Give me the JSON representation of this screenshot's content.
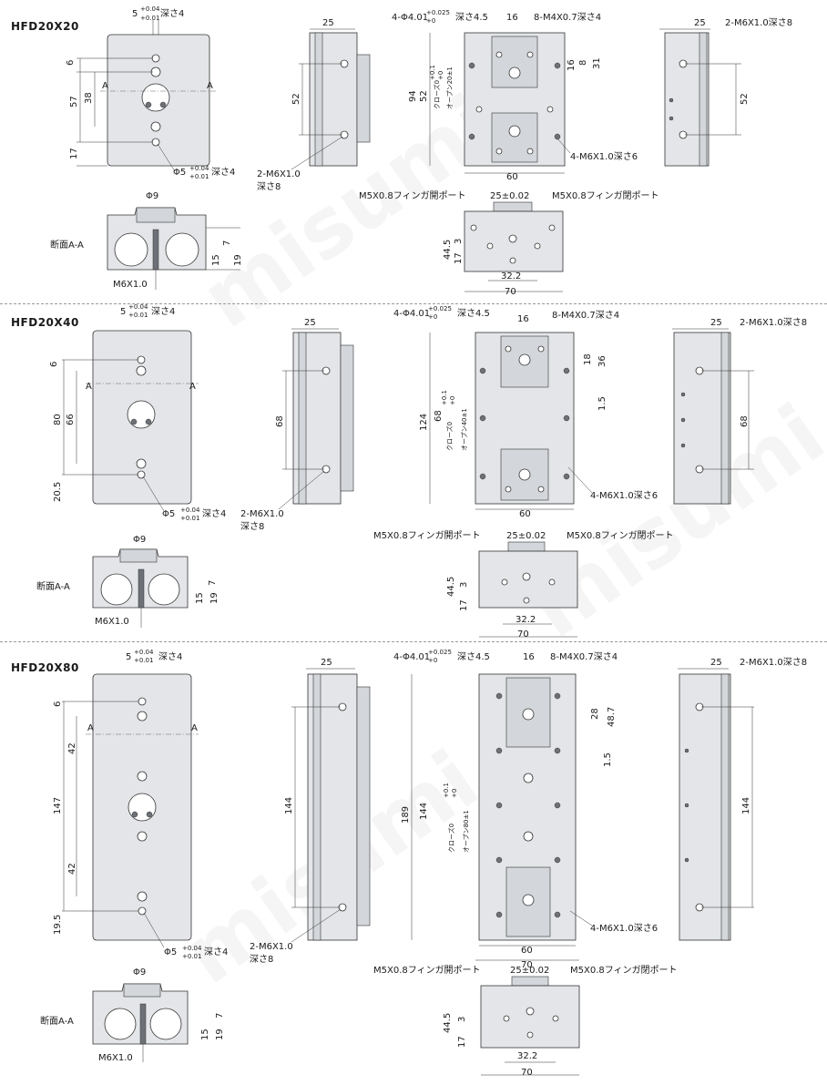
{
  "watermark": "misumi",
  "sections": [
    {
      "model": "HFD20X20",
      "front": {
        "top_hole": "5",
        "top_tol_up": "+0.04",
        "top_tol_lo": "+0.01",
        "top_depth": "深さ4",
        "dims": [
          "6",
          "57",
          "38",
          "17"
        ],
        "section_mark": "A",
        "bottom_hole": "Φ5",
        "bottom_tol_up": "+0.04",
        "bottom_tol_lo": "+0.01",
        "bottom_depth": "深さ4"
      },
      "side_left": {
        "width": "25",
        "height": "52",
        "tap": "2-M6X1.0",
        "tap_depth": "深さ8"
      },
      "top_view": {
        "pins": "4-Φ4.01",
        "pins_tol_up": "+0.025",
        "pins_tol_lo": "+0",
        "pins_depth": "深さ4.5",
        "width16": "16",
        "screws": "8-M4X0.7深さ4",
        "d16": "16",
        "d8": "8",
        "d31": "31",
        "h94": "94",
        "h52": "52",
        "stroke_close": "クローズ0",
        "stroke_tol_up": "+0.1",
        "stroke_tol_lo": "+0",
        "stroke_open": "オープン20±1",
        "side_taps": "4-M6X1.0深さ6",
        "w60": "60"
      },
      "side_right": {
        "width": "25",
        "tap": "2-M6X1.0深さ8",
        "height": "52"
      },
      "section_view": {
        "dia": "Φ9",
        "label": "断面A-A",
        "d7": "7",
        "d15": "15",
        "d19": "19",
        "tap": "M6X1.0"
      },
      "end_view": {
        "port_open": "M5X0.8フィンガ開ポート",
        "pitch": "25±0.02",
        "port_close": "M5X0.8フィンガ閉ポート",
        "h44": "44.5",
        "h17": "17",
        "h3": "3",
        "w32": "32.2",
        "w70": "70"
      }
    },
    {
      "model": "HFD20X40",
      "front": {
        "top_hole": "5",
        "top_tol_up": "+0.04",
        "top_tol_lo": "+0.01",
        "top_depth": "深さ4",
        "dims": [
          "6",
          "80",
          "66",
          "20.5"
        ],
        "section_mark": "A",
        "bottom_hole": "Φ5",
        "bottom_tol_up": "+0.04",
        "bottom_tol_lo": "+0.01",
        "bottom_depth": "深さ4"
      },
      "side_left": {
        "width": "25",
        "height": "68",
        "tap": "2-M6X1.0",
        "tap_depth": "深さ8"
      },
      "top_view": {
        "pins": "4-Φ4.01",
        "pins_tol_up": "+0.025",
        "pins_tol_lo": "+0",
        "pins_depth": "深さ4.5",
        "width16": "16",
        "screws": "8-M4X0.7深さ4",
        "d18": "18",
        "d36": "36",
        "d15": "1.5",
        "h124": "124",
        "h68": "68",
        "stroke_close": "クローズ0",
        "stroke_tol_up": "+0.1",
        "stroke_tol_lo": "+0",
        "stroke_open": "オープン40±1",
        "side_taps": "4-M6X1.0深さ6",
        "w60": "60"
      },
      "side_right": {
        "width": "25",
        "tap": "2-M6X1.0深さ8",
        "height": "68"
      },
      "section_view": {
        "dia": "Φ9",
        "label": "断面A-A",
        "d7": "7",
        "d15": "15",
        "d19": "19",
        "tap": "M6X1.0"
      },
      "end_view": {
        "port_open": "M5X0.8フィンガ開ポート",
        "pitch": "25±0.02",
        "port_close": "M5X0.8フィンガ閉ポート",
        "h44": "44.5",
        "h17": "17",
        "h3": "3",
        "w32": "32.2",
        "w70": "70"
      }
    },
    {
      "model": "HFD20X80",
      "front": {
        "top_hole": "5",
        "top_tol_up": "+0.04",
        "top_tol_lo": "+0.01",
        "top_depth": "深さ4",
        "dims": [
          "6",
          "42",
          "147",
          "42",
          "19.5"
        ],
        "section_mark": "A",
        "bottom_hole": "Φ5",
        "bottom_tol_up": "+0.04",
        "bottom_tol_lo": "+0.01",
        "bottom_depth": "深さ4"
      },
      "side_left": {
        "width": "25",
        "height": "144",
        "tap": "2-M6X1.0",
        "tap_depth": "深さ8"
      },
      "top_view": {
        "pins": "4-Φ4.01",
        "pins_tol_up": "+0.025",
        "pins_tol_lo": "+0",
        "pins_depth": "深さ4.5",
        "width16": "16",
        "screws": "8-M4X0.7深さ4",
        "d28": "28",
        "d487": "48.7",
        "d15": "1.5",
        "h189": "189",
        "h144": "144",
        "stroke_close": "クローズ0",
        "stroke_tol_up": "+0.1",
        "stroke_tol_lo": "+0",
        "stroke_open": "オープン80±1",
        "side_taps": "4-M6X1.0深さ6",
        "w60": "60",
        "w70": "70"
      },
      "side_right": {
        "width": "25",
        "tap": "2-M6X1.0深さ8",
        "height": "144"
      },
      "section_view": {
        "dia": "Φ9",
        "label": "断面A-A",
        "d7": "7",
        "d15": "15",
        "d19": "19",
        "tap": "M6X1.0"
      },
      "end_view": {
        "port_open": "M5X0.8フィンガ開ポート",
        "pitch": "25±0.02",
        "port_close": "M5X0.8フィンガ閉ポート",
        "h44": "44.5",
        "h17": "17",
        "h3": "3",
        "w32": "32.2",
        "w70": "70"
      }
    }
  ]
}
